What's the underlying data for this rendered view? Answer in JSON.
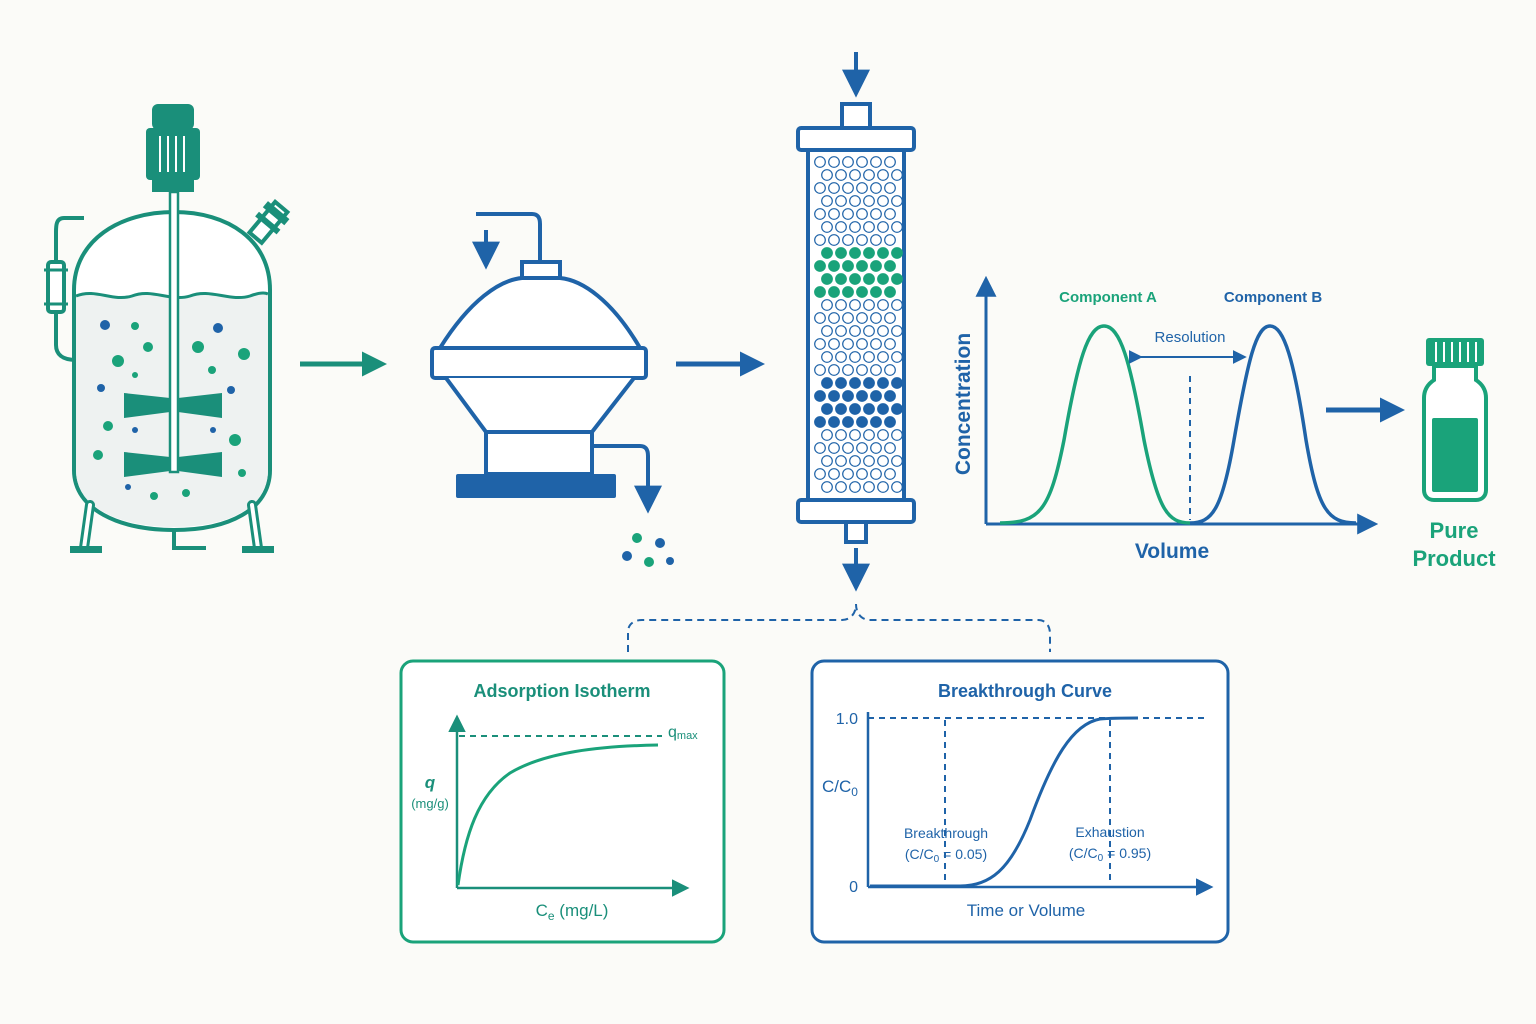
{
  "colors": {
    "teal": "#1a8f7a",
    "green": "#1aa37a",
    "blue": "#1f63a8",
    "background": "#fbfbf8",
    "liquid": "#eef2f1"
  },
  "icons": [
    "bioreactor-icon",
    "centrifuge-icon",
    "chromatography-column-icon",
    "product-vial-icon",
    "flow-arrow-icon"
  ],
  "chromatogram": {
    "peak_a_label": "Component A",
    "peak_b_label": "Component B",
    "resolution_label": "Resolution",
    "ylabel": "Concentration",
    "xlabel": "Volume"
  },
  "product": {
    "line1": "Pure",
    "line2": "Product"
  },
  "isotherm": {
    "title": "Adsorption Isotherm",
    "qmax_main": "q",
    "qmax_sub": "max",
    "ylabel_main": "q",
    "ylabel_unit": "(mg/g)",
    "xlabel_main": "C",
    "xlabel_sub": "e",
    "xlabel_unit": " (mg/L)"
  },
  "breakthrough": {
    "title": "Breakthrough Curve",
    "y_top": "1.0",
    "y_bottom": "0",
    "ylabel_main": "C/C",
    "ylabel_sub": "0",
    "xlabel": "Time or Volume",
    "breakthrough_label": "Breakthrough",
    "breakthrough_value_pre": "(C/C",
    "breakthrough_value_sub": "0",
    "breakthrough_value_post": " = 0.05)",
    "exhaustion_label": "Exhaustion",
    "exhaustion_value_pre": "(C/C",
    "exhaustion_value_sub": "0",
    "exhaustion_value_post": " = 0.95)"
  }
}
